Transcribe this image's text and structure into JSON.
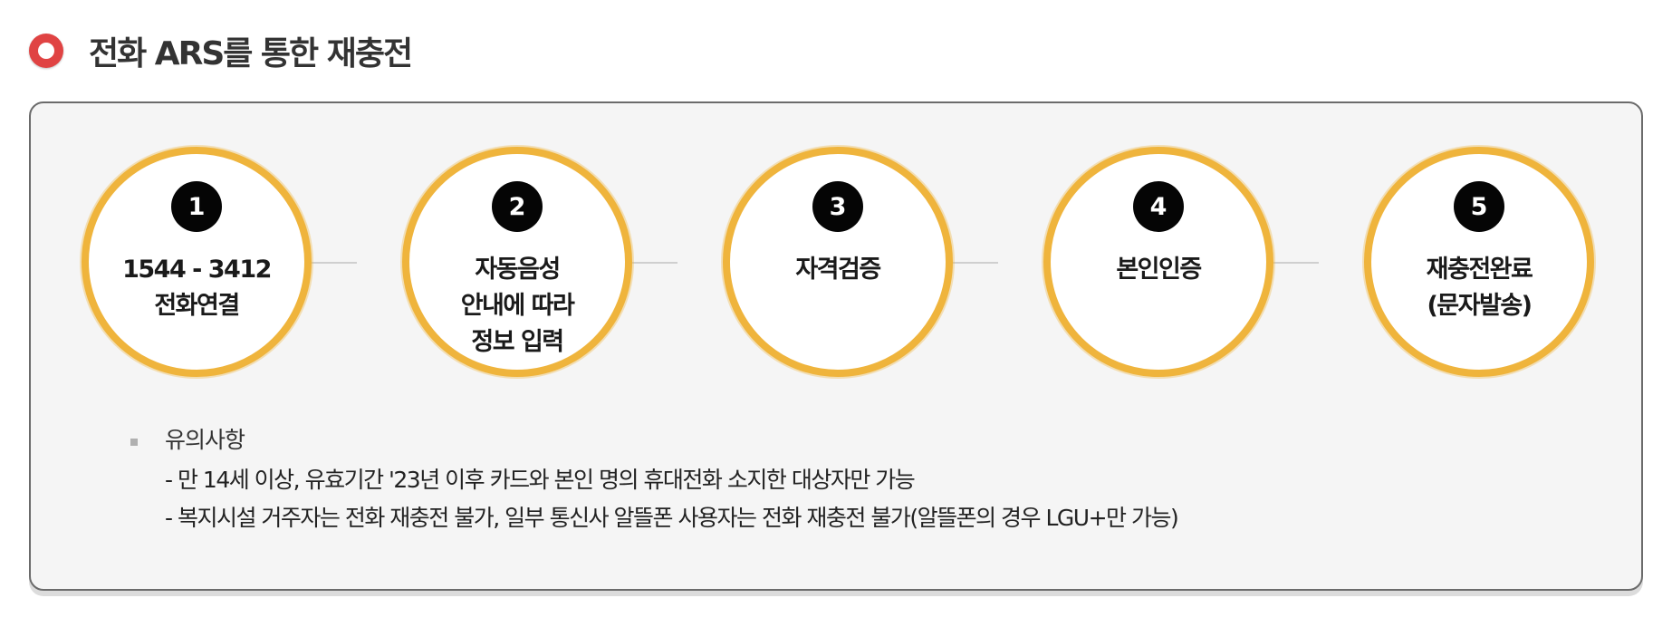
{
  "title": {
    "text": "전화 ARS를 통한 재충전",
    "icon": "circle-bullet-icon",
    "icon_color": "#e04343"
  },
  "accent_color": "#efb43c",
  "steps": [
    {
      "number": "1",
      "lines": [
        "1544 - 3412",
        "전화연결"
      ]
    },
    {
      "number": "2",
      "lines": [
        "자동음성",
        "안내에 따라",
        "정보 입력"
      ]
    },
    {
      "number": "3",
      "lines": [
        "자격검증"
      ]
    },
    {
      "number": "4",
      "lines": [
        "본인인증"
      ]
    },
    {
      "number": "5",
      "lines": [
        "재충전완료",
        "(문자발송)"
      ]
    }
  ],
  "notes": {
    "title": "유의사항",
    "items": [
      "- 만 14세 이상, 유효기간 '23년 이후 카드와 본인 명의 휴대전화 소지한 대상자만 가능",
      "- 복지시설 거주자는 전화 재충전 불가, 일부 통신사 알뜰폰 사용자는 전화 재충전 불가(알뜰폰의 경우 LGU+만 가능)"
    ]
  }
}
